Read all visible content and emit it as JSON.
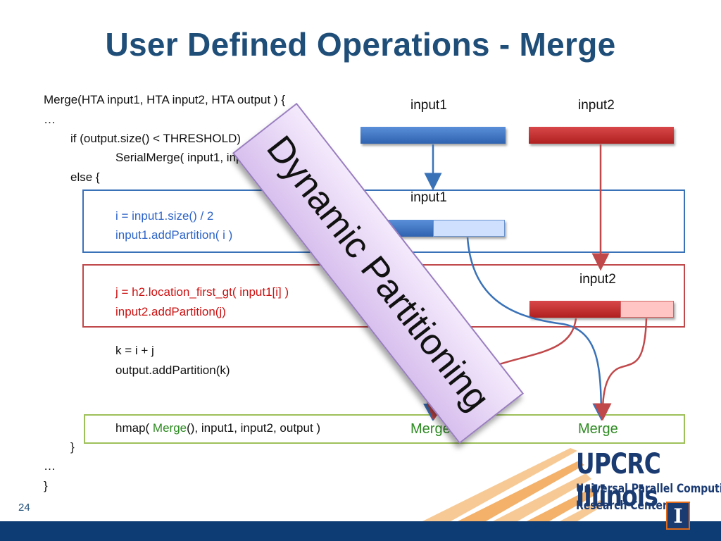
{
  "slide": {
    "title": "User Defined Operations - Merge",
    "page_number": "24"
  },
  "code": {
    "line1": "Merge(HTA input1, HTA input2, HTA output ) {",
    "line2": "…",
    "line3": "if (output.size() < THRESHOLD)",
    "line4": "SerialMerge( input1, input2, output )",
    "line5": "else {",
    "line6": "i = input1.size() / 2",
    "line7": "input1.addPartition( i )",
    "line8": "j = h2.location_first_gt( input1[i] )",
    "line9": "input2.addPartition(j)",
    "line10": "k = i + j",
    "line11": "output.addPartition(k)",
    "line12_pre": "hmap( ",
    "line12_fn": "Merge",
    "line12_post": "(), input1, input2, output )",
    "line13": "}",
    "line14": "…",
    "line15": "}"
  },
  "diagram": {
    "top_input1": "input1",
    "top_input2": "input2",
    "mid_input1": "input1",
    "mid_input2": "input2",
    "merge_left": "Merge",
    "merge_right": "Merge",
    "colors": {
      "blue": "#3a6fbf",
      "blue_light": "#cfe0ff",
      "red": "#c0282a",
      "red_light": "#ffc4c4",
      "green": "#2e8b22"
    }
  },
  "banner": {
    "text": "Dynamic Partitioning"
  },
  "logo": {
    "name": "UPCRC Illinois",
    "line1": "Universal Parallel Computing",
    "line2": "Research Center",
    "emblem": "I"
  }
}
